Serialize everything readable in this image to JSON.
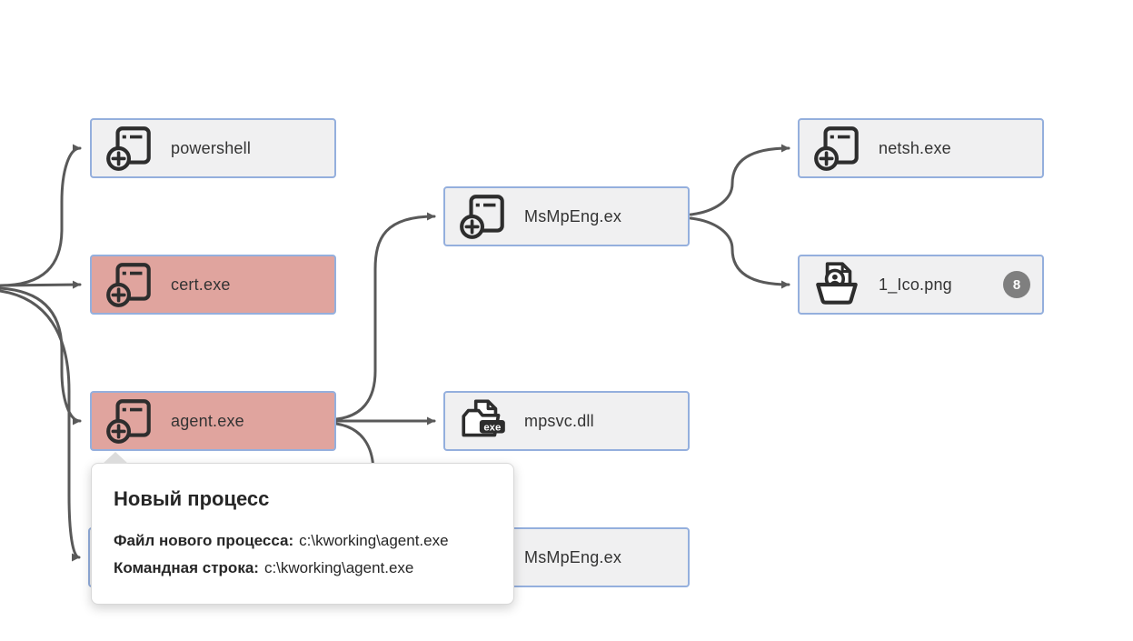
{
  "diagram": {
    "kind": "process-tree",
    "colors": {
      "node_bg": "#f0f0f1",
      "node_alert_bg": "#e0a49e",
      "node_border": "#94afdd",
      "edge": "#595959",
      "icon": "#2d2d2d",
      "badge_bg": "#7f7f7f",
      "badge_text": "#ffffff",
      "label_text": "#333333"
    }
  },
  "nodes": [
    {
      "id": "powershell",
      "label": "powershell",
      "icon": "process-icon",
      "state": "normal"
    },
    {
      "id": "cert",
      "label": "cert.exe",
      "icon": "process-icon",
      "state": "alert"
    },
    {
      "id": "agent",
      "label": "agent.exe",
      "icon": "process-icon",
      "state": "alert"
    },
    {
      "id": "hidden",
      "label": "",
      "icon": "",
      "state": "normal"
    },
    {
      "id": "msmpeng-top",
      "label": "MsMpEng.ex",
      "icon": "process-icon",
      "state": "normal"
    },
    {
      "id": "mpsvc",
      "label": "mpsvc.dll",
      "icon": "exe-file-icon",
      "state": "normal"
    },
    {
      "id": "msmpeng-bottom",
      "label": "MsMpEng.ex",
      "icon": "exe-file-icon",
      "state": "normal"
    },
    {
      "id": "netsh",
      "label": "netsh.exe",
      "icon": "process-icon",
      "state": "normal"
    },
    {
      "id": "ico-png",
      "label": "1_Ico.png",
      "icon": "image-file-icon",
      "state": "normal",
      "badge": "8"
    }
  ],
  "edges": [
    {
      "from": "root",
      "to": "powershell"
    },
    {
      "from": "root",
      "to": "cert"
    },
    {
      "from": "root",
      "to": "agent"
    },
    {
      "from": "root",
      "to": "hidden"
    },
    {
      "from": "agent",
      "to": "msmpeng-top"
    },
    {
      "from": "agent",
      "to": "mpsvc"
    },
    {
      "from": "agent",
      "to": "msmpeng-bottom"
    },
    {
      "from": "msmpeng-top",
      "to": "netsh"
    },
    {
      "from": "msmpeng-top",
      "to": "ico-png"
    }
  ],
  "exe_badge_text": "exe",
  "tooltip": {
    "title": "Новый процесс",
    "fields": [
      {
        "label": "Файл нового процесса:",
        "value": "c:\\kworking\\agent.exe"
      },
      {
        "label": "Командная строка:",
        "value": "c:\\kworking\\agent.exe"
      }
    ]
  }
}
